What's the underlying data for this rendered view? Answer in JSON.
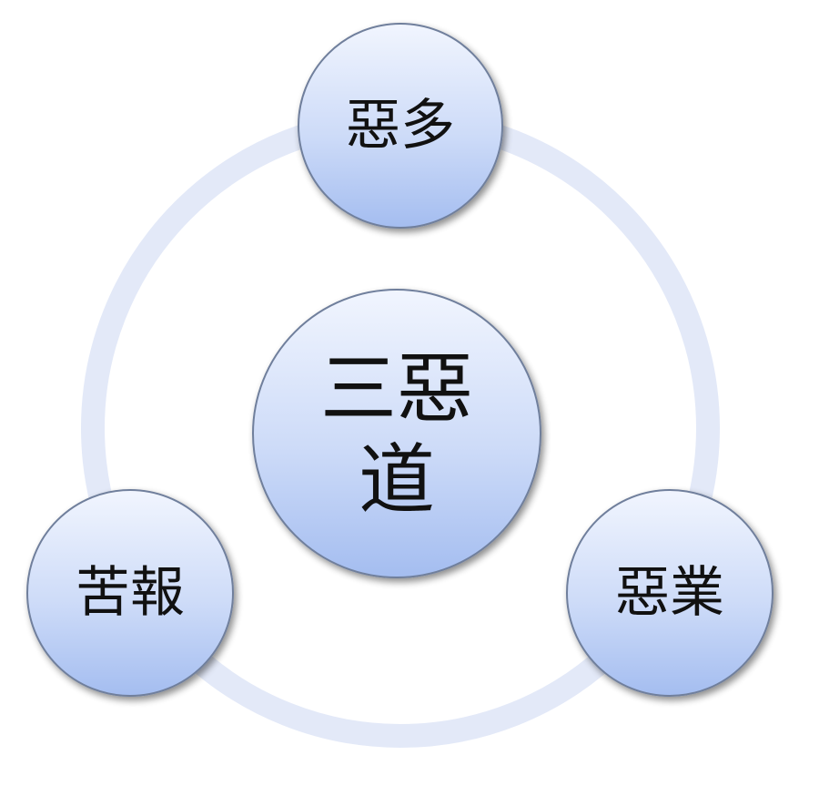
{
  "diagram": {
    "center": {
      "line1": "三惡",
      "line2": "道"
    },
    "nodes": {
      "top": "惡多",
      "right": "惡業",
      "left": "苦報"
    },
    "colors": {
      "ring": "#e3e9f8",
      "bubble_light": "#eef3fd",
      "bubble_dark": "#a7c0f1",
      "bubble_edge": "#6f7f9c",
      "text": "#111111"
    }
  }
}
